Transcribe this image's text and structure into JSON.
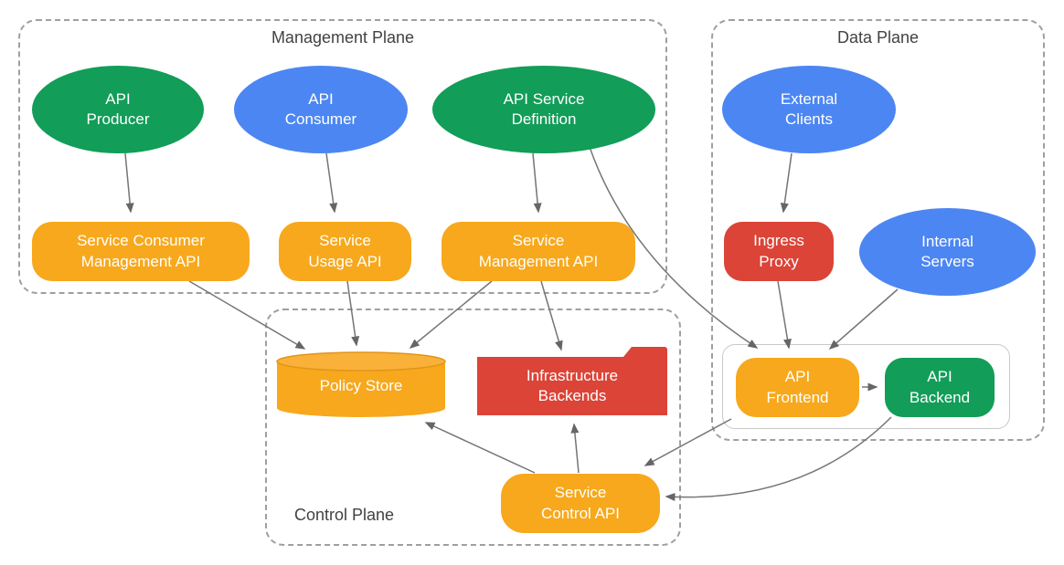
{
  "planes": {
    "management": {
      "label": "Management Plane"
    },
    "data": {
      "label": "Data Plane"
    },
    "control": {
      "label": "Control Plane"
    }
  },
  "nodes": {
    "api_producer": {
      "label": "API\nProducer",
      "shape": "ellipse",
      "color": "#129D58"
    },
    "api_consumer": {
      "label": "API\nConsumer",
      "shape": "ellipse",
      "color": "#4C86F2"
    },
    "api_service_definition": {
      "label": "API Service\nDefinition",
      "shape": "ellipse",
      "color": "#129D58"
    },
    "external_clients": {
      "label": "External\nClients",
      "shape": "ellipse",
      "color": "#4C86F2"
    },
    "internal_servers": {
      "label": "Internal\nServers",
      "shape": "ellipse",
      "color": "#4C86F2"
    },
    "service_consumer_management_api": {
      "label": "Service Consumer\nManagement API",
      "shape": "rounded-rect",
      "color": "#F7A81C"
    },
    "service_usage_api": {
      "label": "Service\nUsage API",
      "shape": "rounded-rect",
      "color": "#F7A81C"
    },
    "service_management_api": {
      "label": "Service\nManagement API",
      "shape": "rounded-rect",
      "color": "#F7A81C"
    },
    "ingress_proxy": {
      "label": "Ingress\nProxy",
      "shape": "rounded-rect",
      "color": "#DB4437"
    },
    "api_frontend": {
      "label": "API\nFrontend",
      "shape": "rounded-rect",
      "color": "#F7A81C"
    },
    "api_backend": {
      "label": "API\nBackend",
      "shape": "rounded-rect",
      "color": "#129D58"
    },
    "policy_store": {
      "label": "Policy Store",
      "shape": "cylinder",
      "color": "#F7A81C"
    },
    "infrastructure_backends": {
      "label": "Infrastructure\nBackends",
      "shape": "folder",
      "color": "#DB4437"
    },
    "service_control_api": {
      "label": "Service\nControl API",
      "shape": "rounded-rect",
      "color": "#F7A81C"
    }
  },
  "edges": [
    {
      "from": "api_producer",
      "to": "service_consumer_management_api"
    },
    {
      "from": "api_consumer",
      "to": "service_usage_api"
    },
    {
      "from": "api_service_definition",
      "to": "service_management_api"
    },
    {
      "from": "api_service_definition",
      "to": "api_frontend"
    },
    {
      "from": "external_clients",
      "to": "ingress_proxy"
    },
    {
      "from": "ingress_proxy",
      "to": "api_frontend"
    },
    {
      "from": "internal_servers",
      "to": "api_frontend"
    },
    {
      "from": "service_consumer_management_api",
      "to": "policy_store"
    },
    {
      "from": "service_usage_api",
      "to": "policy_store"
    },
    {
      "from": "service_management_api",
      "to": "policy_store"
    },
    {
      "from": "service_management_api",
      "to": "infrastructure_backends"
    },
    {
      "from": "api_frontend",
      "to": "api_backend"
    },
    {
      "from": "api_frontend",
      "to": "service_control_api"
    },
    {
      "from": "api_backend",
      "to": "service_control_api"
    },
    {
      "from": "service_control_api",
      "to": "policy_store"
    },
    {
      "from": "service_control_api",
      "to": "infrastructure_backends"
    }
  ],
  "colors": {
    "green": "#129D58",
    "blue": "#4C86F2",
    "orange": "#F7A81C",
    "red": "#DB4437",
    "arrow": "#757575",
    "dashed_border": "#9AA0A6",
    "plane_title_text": "#424242",
    "node_text": "#FFFFFF"
  }
}
